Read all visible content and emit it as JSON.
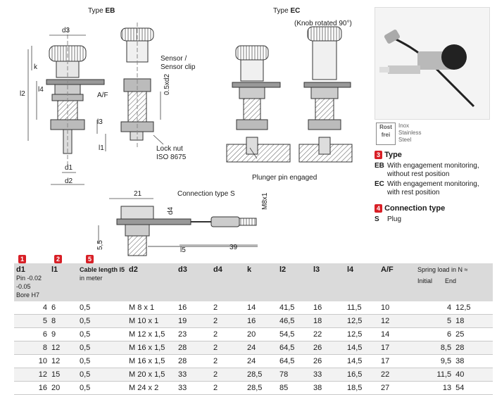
{
  "drawings": {
    "type_eb_label_prefix": "Type ",
    "type_eb_label_code": "EB",
    "type_ec_label_prefix": "Type ",
    "type_ec_label_code": "EC",
    "knob_note": "(Knob rotated 90°)",
    "d3": "d3",
    "k": "k",
    "l2": "l2",
    "l4": "l4",
    "l3": "l3",
    "l1": "l1",
    "af": "A/F",
    "d1": "d1",
    "d2": "d2",
    "sensor": "Sensor /",
    "sensor_clip": "Sensor clip",
    "d2x05": "0.5xd2",
    "lock_nut": "Lock nut",
    "iso": "ISO 8675",
    "plunger": "Plunger pin engaged",
    "conn_type": "Connection type S",
    "dim21": "21",
    "d4": "d4",
    "m8": "M8x1",
    "dim55": "5,5",
    "l5": "l5",
    "dim39": "39"
  },
  "material": {
    "badge_top": "Rost",
    "badge_bottom": "frei",
    "line1": "Inox",
    "line2": "Stainless",
    "line3": "Steel"
  },
  "legend": {
    "type_num": "3",
    "type_title": "Type",
    "eb_code": "EB",
    "eb_text_1": "With engagement monitoring,",
    "eb_text_2": "without rest position",
    "ec_code": "EC",
    "ec_text_1": "With engagement monitoring,",
    "ec_text_2": "with rest position",
    "conn_num": "4",
    "conn_title": "Connection type",
    "s_code": "S",
    "s_text": "Plug"
  },
  "table": {
    "markers": {
      "m1": "1",
      "m2": "2",
      "m5": "5"
    },
    "headers": {
      "d1": "d1",
      "d1_sub1": "Pin -0.02 -0.05",
      "d1_sub2": "Bore H7",
      "l1": "l1",
      "cable": "Cable length l5",
      "cable_sub": "in meter",
      "d2": "d2",
      "d3": "d3",
      "d4": "d4",
      "k": "k",
      "l2": "l2",
      "l3": "l3",
      "l4": "l4",
      "af": "A/F",
      "spring": "Spring load in N ≈",
      "initial": "Initial",
      "end": "End"
    },
    "rows": [
      [
        "4",
        "6",
        "0,5",
        "M  8 x 1",
        "16",
        "2",
        "14",
        "41,5",
        "16",
        "11,5",
        "10",
        "4",
        "12,5"
      ],
      [
        "5",
        "8",
        "0,5",
        "M 10 x 1",
        "19",
        "2",
        "16",
        "46,5",
        "18",
        "12,5",
        "12",
        "5",
        "18"
      ],
      [
        "6",
        "9",
        "0,5",
        "M 12 x 1,5",
        "23",
        "2",
        "20",
        "54,5",
        "22",
        "12,5",
        "14",
        "6",
        "25"
      ],
      [
        "8",
        "12",
        "0,5",
        "M 16 x 1,5",
        "28",
        "2",
        "24",
        "64,5",
        "26",
        "14,5",
        "17",
        "8,5",
        "28"
      ],
      [
        "10",
        "12",
        "0,5",
        "M 16 x 1,5",
        "28",
        "2",
        "24",
        "64,5",
        "26",
        "14,5",
        "17",
        "9,5",
        "38"
      ],
      [
        "12",
        "15",
        "0,5",
        "M 20 x 1,5",
        "33",
        "2",
        "28,5",
        "78",
        "33",
        "16,5",
        "22",
        "11,5",
        "40"
      ],
      [
        "16",
        "20",
        "0,5",
        "M 24 x 2",
        "33",
        "2",
        "28,5",
        "85",
        "38",
        "18,5",
        "27",
        "13",
        "54"
      ]
    ]
  }
}
